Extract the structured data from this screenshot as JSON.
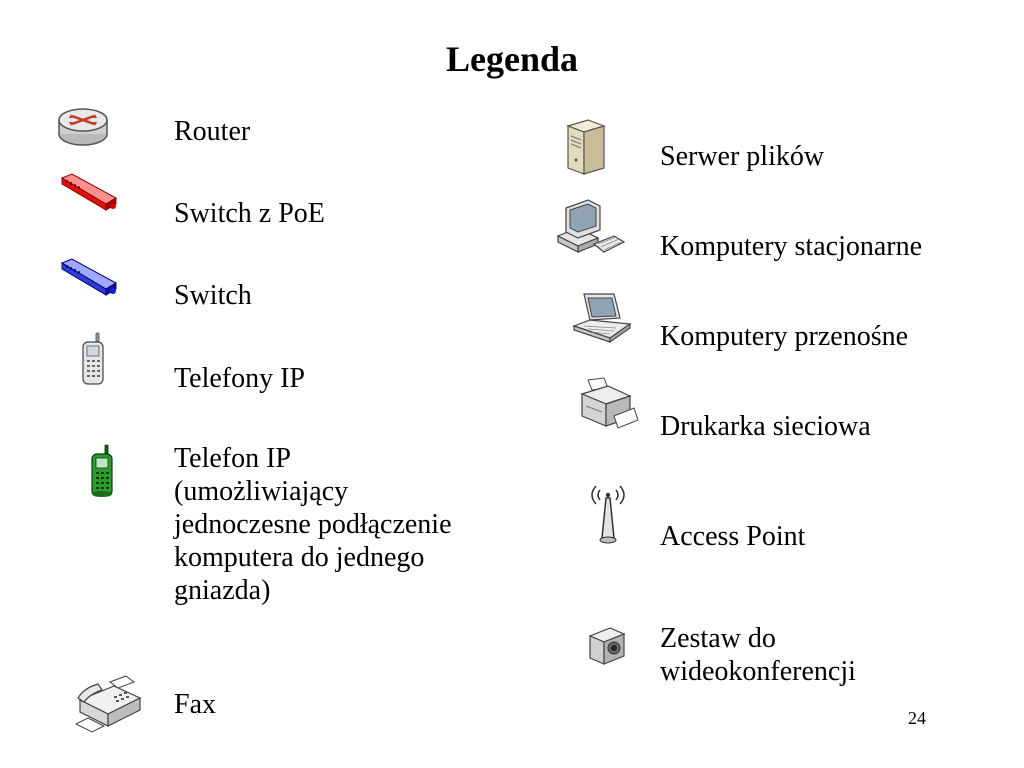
{
  "slide": {
    "title": "Legenda",
    "page_number": "24"
  },
  "left_items": [
    {
      "label": "Router",
      "icon": "router-icon"
    },
    {
      "label": "Switch z PoE",
      "icon": "poe-switch-icon"
    },
    {
      "label": "Switch",
      "icon": "switch-icon"
    },
    {
      "label": "Telefony IP",
      "icon": "ip-phone-icon"
    },
    {
      "label_lines": [
        "Telefon IP",
        "(umożliwiający",
        "jednoczesne podłączenie",
        "komputera do jednego",
        "gniazda)"
      ],
      "icon": "passthrough-ip-phone-icon"
    },
    {
      "label": "Fax",
      "icon": "fax-icon"
    }
  ],
  "right_items": [
    {
      "label": "Serwer plików",
      "icon": "file-server-icon"
    },
    {
      "label": "Komputery stacjonarne",
      "icon": "desktop-computer-icon"
    },
    {
      "label": "Komputery przenośne",
      "icon": "laptop-icon"
    },
    {
      "label": "Drukarka sieciowa",
      "icon": "network-printer-icon"
    },
    {
      "label": "Access Point",
      "icon": "access-point-icon"
    },
    {
      "label_lines": [
        "Zestaw do",
        "wideokonferencji"
      ],
      "icon": "video-conference-icon"
    }
  ]
}
